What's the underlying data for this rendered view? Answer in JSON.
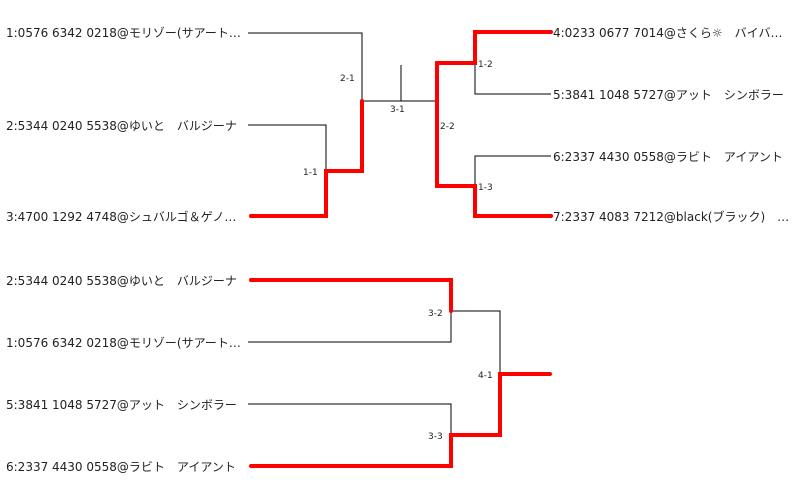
{
  "colors": {
    "line": "#000000",
    "win": "#ff0000",
    "text": "#222222"
  },
  "upper": {
    "players": [
      "1:0576 6342 0218@モリゾー(サアート…",
      "2:5344 0240 5538@ゆいと　バルジーナ",
      "3:4700 1292 4748@シュバルゴ＆ゲノ…",
      "4:0233 0677 7014@さくら☼　バイバ…",
      "5:3841 1048 5727@アット　シンボラー",
      "6:2337 4430 0558@ラビト　アイアント",
      "7:2337 4083 7212@black(ブラック)　…"
    ],
    "matches": [
      "1-1",
      "2-1",
      "3-1",
      "2-2",
      "1-2",
      "1-3"
    ]
  },
  "lower": {
    "players": [
      "2:5344 0240 5538@ゆいと　バルジーナ",
      "1:0576 6342 0218@モリゾー(サアート…",
      "5:3841 1048 5727@アット　シンボラー",
      "6:2337 4430 0558@ラビト　アイアント"
    ],
    "matches": [
      "3-2",
      "3-3",
      "4-1"
    ]
  }
}
